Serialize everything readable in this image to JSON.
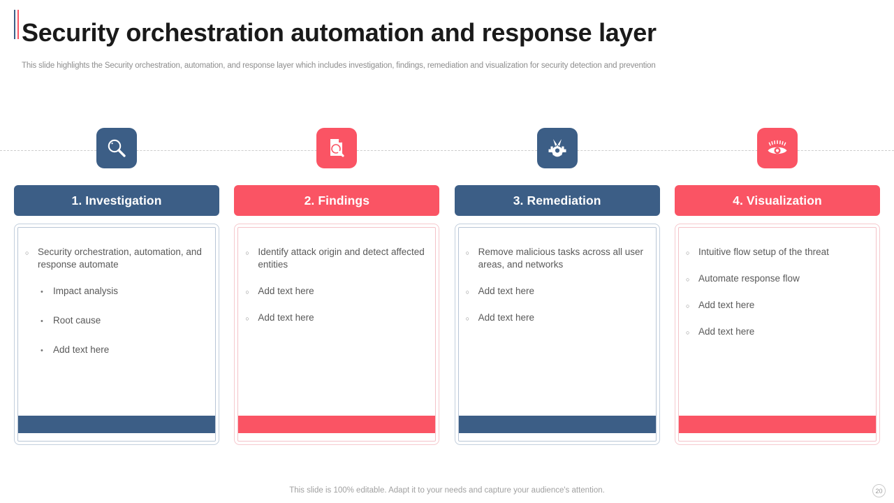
{
  "slide": {
    "title": "Security orchestration automation and response layer",
    "subtitle": "This slide highlights the Security orchestration, automation, and response layer which includes investigation, findings, remediation and visualization for security detection and prevention",
    "footer_note": "This slide is 100% editable. Adapt it to your needs and capture your audience's attention.",
    "page_number": "20"
  },
  "colors": {
    "navy": "#3c5e86",
    "red": "#fa5464",
    "title_text": "#1a1a1a",
    "subtitle_text": "#8d8d8d",
    "body_text": "#595959",
    "footer_text": "#a0a0a0"
  },
  "columns": [
    {
      "icon": "magnifier-icon",
      "theme": "navy",
      "header": "1. Investigation",
      "items": [
        {
          "level": "top",
          "mark": "hollow",
          "text": "Security orchestration, automation, and response automate"
        },
        {
          "level": "sub",
          "mark": "dot",
          "text": "Impact analysis"
        },
        {
          "level": "sub",
          "mark": "dot",
          "text": "Root cause"
        },
        {
          "level": "sub",
          "mark": "dot",
          "text": "Add text here"
        }
      ]
    },
    {
      "icon": "document-search-icon",
      "theme": "red",
      "header": "2. Findings",
      "items": [
        {
          "level": "top",
          "mark": "hollow",
          "text": "Identify  attack origin and detect affected entities"
        },
        {
          "level": "top",
          "mark": "hollow",
          "text": "Add text here"
        },
        {
          "level": "top",
          "mark": "hollow",
          "text": "Add text here"
        }
      ]
    },
    {
      "icon": "gear-wrench-icon",
      "theme": "navy",
      "header": "3. Remediation",
      "items": [
        {
          "level": "top",
          "mark": "hollow",
          "text": "Remove malicious tasks across all user areas, and networks"
        },
        {
          "level": "top",
          "mark": "hollow",
          "text": "Add text here"
        },
        {
          "level": "top",
          "mark": "hollow",
          "text": "Add text here"
        }
      ]
    },
    {
      "icon": "eye-icon",
      "theme": "red",
      "header": "4. Visualization",
      "items": [
        {
          "level": "top",
          "mark": "hollow",
          "text": "Intuitive  flow setup of the threat"
        },
        {
          "level": "top",
          "mark": "hollow",
          "text": "Automate response flow"
        },
        {
          "level": "top",
          "mark": "hollow",
          "text": "Add text here"
        },
        {
          "level": "top",
          "mark": "hollow",
          "text": "Add text here"
        }
      ]
    }
  ]
}
